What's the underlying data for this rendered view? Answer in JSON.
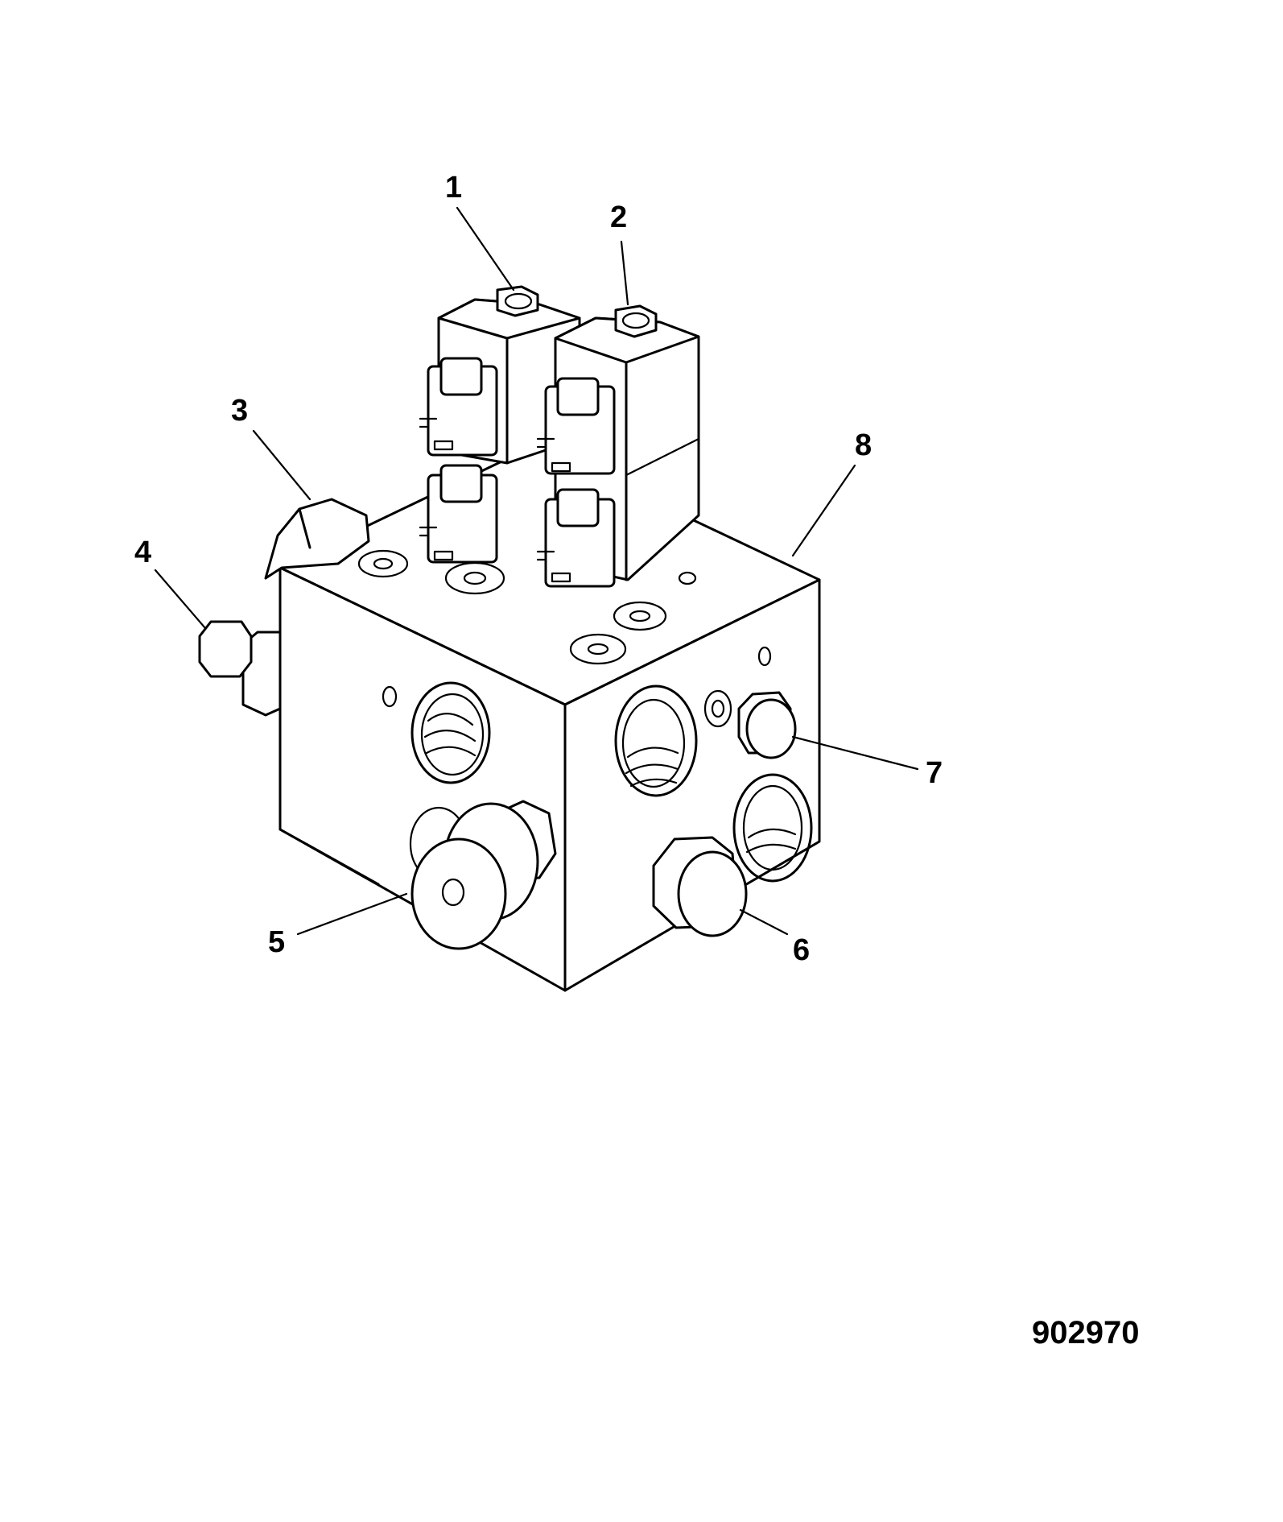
{
  "figure_id": "902970",
  "callouts": [
    {
      "label": "1"
    },
    {
      "label": "2"
    },
    {
      "label": "3"
    },
    {
      "label": "4"
    },
    {
      "label": "5"
    },
    {
      "label": "6"
    },
    {
      "label": "7"
    },
    {
      "label": "8"
    }
  ]
}
